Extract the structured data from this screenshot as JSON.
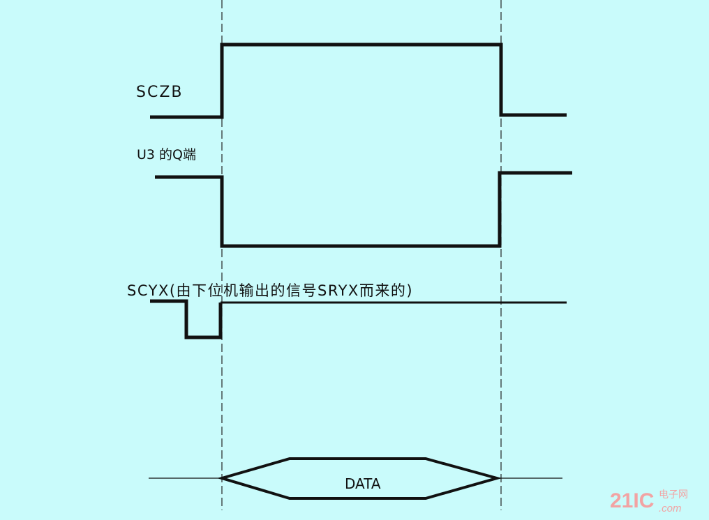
{
  "signals": {
    "sczb": {
      "label": "SCZB"
    },
    "u3_q": {
      "label": "U3 的Q端"
    },
    "scyx": {
      "label": "SCYX(由下位机输出的信号SRYX而来的)"
    },
    "data": {
      "label": "DATA"
    }
  },
  "watermark": {
    "main": "21IC",
    "sub": ".com",
    "cn": "电子网"
  },
  "colors": {
    "background": "#c9fbfb",
    "line": "#111111"
  }
}
